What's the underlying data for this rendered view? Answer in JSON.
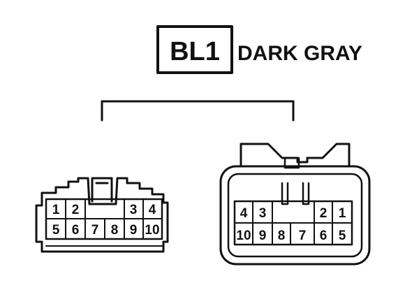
{
  "connector": {
    "code": "BL1",
    "color": "DARK GRAY"
  },
  "left_connector": {
    "pins_top": [
      "1",
      "2",
      "3",
      "4"
    ],
    "pins_bottom": [
      "5",
      "6",
      "7",
      "8",
      "9",
      "10"
    ]
  },
  "right_connector": {
    "pins_top": [
      "4",
      "3",
      "2",
      "1"
    ],
    "pins_bottom": [
      "10",
      "9",
      "8",
      "7",
      "6",
      "5"
    ]
  },
  "colors": {
    "ink": "#111111",
    "background": "#ffffff"
  }
}
